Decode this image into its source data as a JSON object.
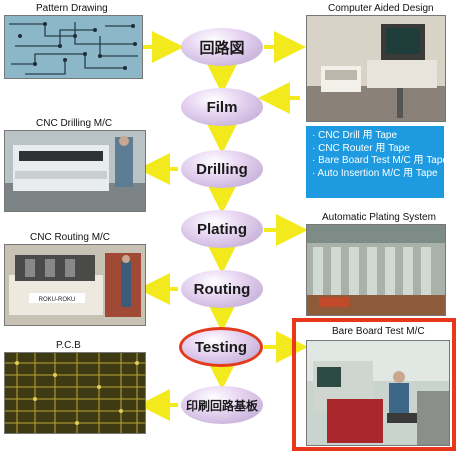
{
  "captions": {
    "pattern": "Pattern Drawing",
    "cad": "Computer Aided Design",
    "cnc_drill": "CNC Drilling M/C",
    "plating_sys": "Automatic Plating System",
    "cnc_route": "CNC Routing M/C",
    "bbt": "Bare Board Test M/C",
    "pcb": "P.C.B"
  },
  "steps": [
    "回路図",
    "Film",
    "Drilling",
    "Plating",
    "Routing",
    "Testing",
    "印刷回路基板"
  ],
  "tape_list": [
    "· CNC Drill 用 Tape",
    "· CNC Router 用 Tape",
    "· Bare Board Test M/C 用 Tape",
    "· Auto Insertion M/C 用 Tape"
  ],
  "machine_labels": {
    "router_brand": "ROKU-ROKU"
  },
  "colors": {
    "arrow": "#f2ea1c",
    "highlight": "#e8371b",
    "tape_box": "#1e9be0"
  }
}
